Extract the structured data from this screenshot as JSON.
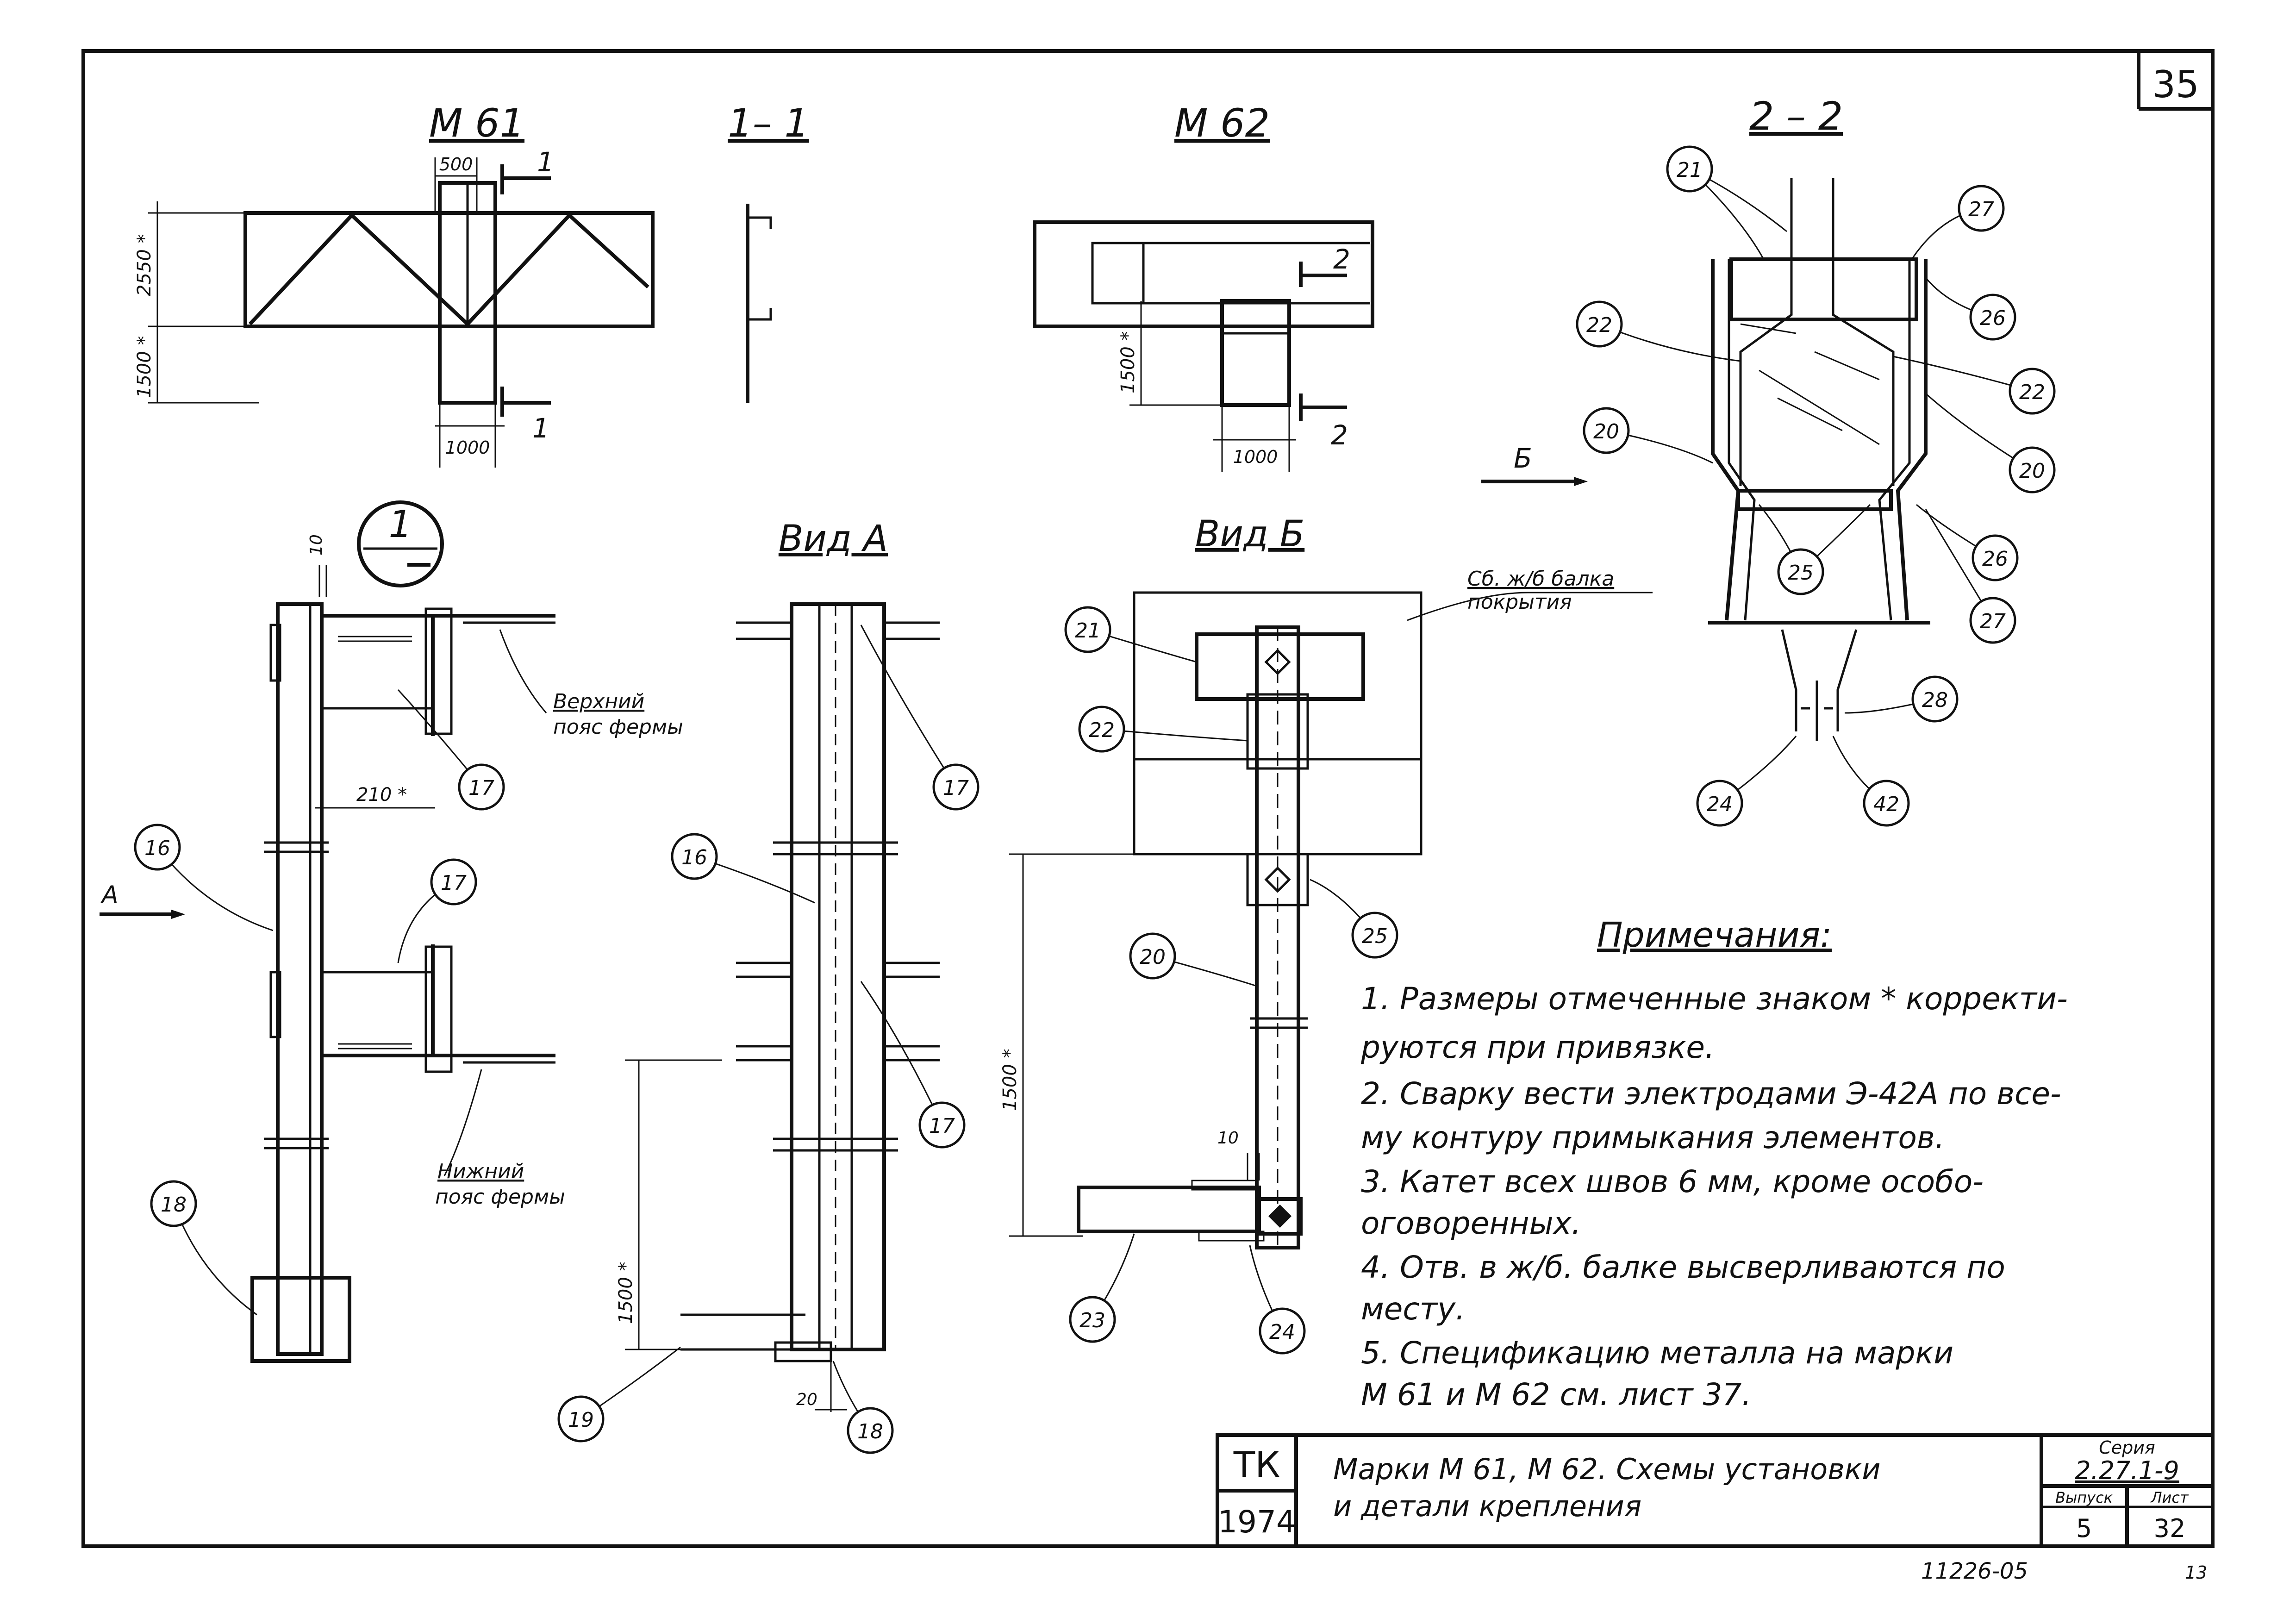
{
  "sheet": {
    "page_number": "35",
    "titles": {
      "m61": "М 61",
      "sec11": "1– 1",
      "m62": "М 62",
      "sec22": "2 – 2",
      "vid_a": "Вид А",
      "vid_b": "Вид Б",
      "detail_num": "1"
    },
    "dims": {
      "d500": "500",
      "d2550": "2550 *",
      "d1500a": "1500 *",
      "d1000a": "1000",
      "d1500b": "1500 *",
      "d1000b": "1000",
      "d10a": "10",
      "d210": "210 *",
      "d1500c": "1500 *",
      "d20": "20",
      "d1500d": "1500 *",
      "d10b": "10"
    },
    "section_marks": {
      "s1": "1",
      "s2": "2",
      "arrow_a": "А",
      "arrow_b": "Б"
    },
    "labels": {
      "top_chord_1": "Верхний",
      "top_chord_2": "пояс фермы",
      "bot_chord_1": "Нижний",
      "bot_chord_2": "пояс фермы",
      "beam_1": "Сб. ж/б балка",
      "beam_2": "покрытия"
    },
    "callouts": {
      "c16a": "16",
      "c17a": "17",
      "c17b": "17",
      "c18a": "18",
      "c16b": "16",
      "c17c": "17",
      "c17d": "17",
      "c18b": "18",
      "c19": "19",
      "c21a": "21",
      "c22a": "22",
      "c25a": "25",
      "c20a": "20",
      "c23": "23",
      "c24a": "24",
      "c21b": "21",
      "c27a": "27",
      "c22b": "22",
      "c26a": "26",
      "c22c": "22",
      "c20b": "20",
      "c20c": "20",
      "c25b": "25",
      "c26b": "26",
      "c27b": "27",
      "c28": "28",
      "c24b": "24",
      "c42": "42"
    },
    "notes": {
      "heading": "Примечания:",
      "lines": [
        "1.  Размеры отмеченные знаком * корректи-",
        "     руются  при  привязке.",
        "2.  Сварку вести электродами Э-42А по все-",
        "     му контуру примыкания элементов.",
        "3.  Катет всех швов    6 мм, кроме особо-",
        "     оговоренных.",
        "4.  Отв. в ж/б. балке высверливаются по",
        "     месту.",
        "5.  Спецификацию металла на марки",
        "     М 61  и  М 62  см. лист 37."
      ]
    },
    "title_block": {
      "org_top": "ТК",
      "org_year": "1974",
      "title_line1": "Марки М 61, М 62. Схемы установки",
      "title_line2": "и  детали  крепления",
      "series_label": "Серия",
      "series_value": "2.27.1-9",
      "issue_label": "Выпуск",
      "sheet_label": "Лист",
      "issue_value": "5",
      "sheet_value": "32"
    },
    "footer": {
      "doc_number": "11226-05",
      "corner_mark": "13"
    }
  }
}
